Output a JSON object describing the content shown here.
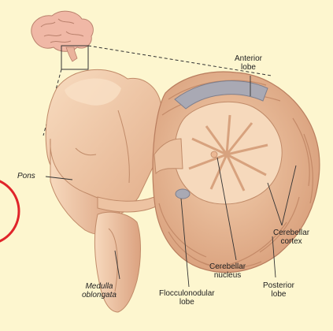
{
  "labels": {
    "anterior_lobe": {
      "line1": "Anterior",
      "line2": "lobe"
    },
    "pons": "Pons",
    "cerebellar_cortex": {
      "line1": "Cerebellar",
      "line2": "cortex"
    },
    "cerebellar_nucleus": {
      "line1": "Cerebellar",
      "line2": "nucleus"
    },
    "posterior_lobe": {
      "line1": "Posterior",
      "line2": "lobe"
    },
    "medulla_oblongata": {
      "line1": "Medulla",
      "line2": "oblongata"
    },
    "flocculonodular_lobe": {
      "line1": "Flocculonodular",
      "line2": "lobe"
    }
  },
  "colors": {
    "background": "#fdf6cf",
    "tissue": "#f1c9a8",
    "tissue_shade": "#e2ad89",
    "gray_matter": "#a9a9b4",
    "annotation_circle": "#e0242a"
  },
  "icons": {
    "brain_thumbnail": "brain-icon"
  }
}
